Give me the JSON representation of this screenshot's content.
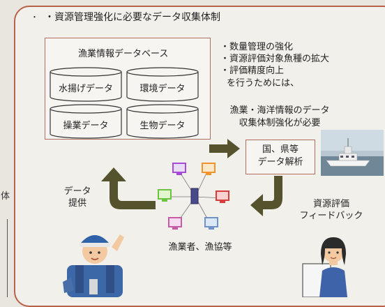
{
  "diagram": {
    "title": "・資源管理強化に必要なデータ収集体制",
    "database": {
      "title": "漁業情報データベース",
      "items": [
        "水揚げデータ",
        "環境データ",
        "操業データ",
        "生物データ"
      ]
    },
    "goals": [
      "・数量管理の強化",
      "・資源評価対象魚種の拡大",
      "・評価精度向上"
    ],
    "goals_suffix": "を行うためには、",
    "need": [
      "漁業・海洋情報のデータ",
      "収集体制強化が必要"
    ],
    "analysis": [
      "国、県等",
      "データ解析"
    ],
    "feedback": [
      "資源評価",
      "フィードバック"
    ],
    "fishers_label": "漁業者、漁協等",
    "provide": [
      "データ",
      "提供"
    ],
    "left_edge_char": "体",
    "top_left_dot": "・"
  },
  "colors": {
    "frame": "#b9624a",
    "arrow": "#55522e",
    "box_border": "#b06c5c"
  }
}
